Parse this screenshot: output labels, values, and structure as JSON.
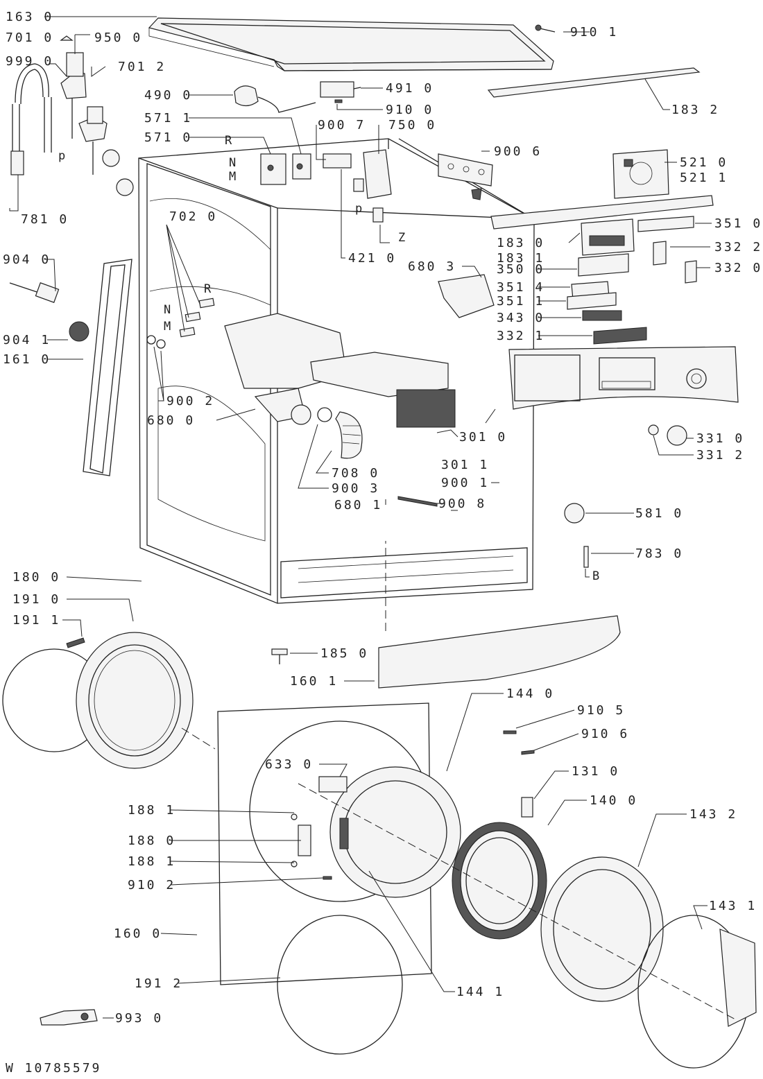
{
  "diagram": {
    "drawing_code": "W 10785579",
    "labels": [
      {
        "id": "163-0",
        "text": "163 0"
      },
      {
        "id": "701-0",
        "text": "701 0"
      },
      {
        "id": "950-0",
        "text": "950 0"
      },
      {
        "id": "999-0",
        "text": "999 0"
      },
      {
        "id": "701-2",
        "text": "701 2"
      },
      {
        "id": "910-1",
        "text": "910 1"
      },
      {
        "id": "490-0",
        "text": "490 0"
      },
      {
        "id": "491-0",
        "text": "491 0"
      },
      {
        "id": "910-0",
        "text": "910 0"
      },
      {
        "id": "183-2",
        "text": "183 2"
      },
      {
        "id": "571-1",
        "text": "571 1"
      },
      {
        "id": "571-0",
        "text": "571 0"
      },
      {
        "id": "900-7",
        "text": "900 7"
      },
      {
        "id": "750-0",
        "text": "750 0"
      },
      {
        "id": "900-6",
        "text": "900 6"
      },
      {
        "id": "521-0",
        "text": "521 0"
      },
      {
        "id": "521-1",
        "text": "521 1"
      },
      {
        "id": "781-0",
        "text": "781 0"
      },
      {
        "id": "702-0",
        "text": "702 0"
      },
      {
        "id": "421-0",
        "text": "421 0"
      },
      {
        "id": "183-0",
        "text": "183 0"
      },
      {
        "id": "183-1",
        "text": "183 1"
      },
      {
        "id": "351-0",
        "text": "351 0"
      },
      {
        "id": "332-2",
        "text": "332 2"
      },
      {
        "id": "904-0",
        "text": "904 0"
      },
      {
        "id": "680-3",
        "text": "680 3"
      },
      {
        "id": "350-0",
        "text": "350 0"
      },
      {
        "id": "332-0",
        "text": "332 0"
      },
      {
        "id": "351-4",
        "text": "351 4"
      },
      {
        "id": "351-1",
        "text": "351 1"
      },
      {
        "id": "343-0",
        "text": "343 0"
      },
      {
        "id": "332-1",
        "text": "332 1"
      },
      {
        "id": "904-1",
        "text": "904 1"
      },
      {
        "id": "161-0",
        "text": "161 0"
      },
      {
        "id": "900-2",
        "text": "900 2"
      },
      {
        "id": "680-0",
        "text": "680 0"
      },
      {
        "id": "301-0",
        "text": "301 0"
      },
      {
        "id": "331-0",
        "text": "331 0"
      },
      {
        "id": "331-2",
        "text": "331 2"
      },
      {
        "id": "708-0",
        "text": "708 0"
      },
      {
        "id": "301-1",
        "text": "301 1"
      },
      {
        "id": "900-3",
        "text": "900 3"
      },
      {
        "id": "900-1",
        "text": "900 1"
      },
      {
        "id": "680-1",
        "text": "680 1"
      },
      {
        "id": "900-8",
        "text": "900 8"
      },
      {
        "id": "581-0",
        "text": "581 0"
      },
      {
        "id": "783-0",
        "text": "783 0"
      },
      {
        "id": "180-0",
        "text": "180 0"
      },
      {
        "id": "191-0",
        "text": "191 0"
      },
      {
        "id": "191-1",
        "text": "191 1"
      },
      {
        "id": "185-0",
        "text": "185 0"
      },
      {
        "id": "160-1",
        "text": "160 1"
      },
      {
        "id": "144-0",
        "text": "144 0"
      },
      {
        "id": "910-5",
        "text": "910 5"
      },
      {
        "id": "910-6",
        "text": "910 6"
      },
      {
        "id": "633-0",
        "text": "633 0"
      },
      {
        "id": "131-0",
        "text": "131 0"
      },
      {
        "id": "140-0",
        "text": "140 0"
      },
      {
        "id": "188-1a",
        "text": "188 1"
      },
      {
        "id": "143-2",
        "text": "143 2"
      },
      {
        "id": "188-0",
        "text": "188 0"
      },
      {
        "id": "188-1b",
        "text": "188 1"
      },
      {
        "id": "910-2",
        "text": "910 2"
      },
      {
        "id": "143-1",
        "text": "143 1"
      },
      {
        "id": "160-0",
        "text": "160 0"
      },
      {
        "id": "191-2",
        "text": "191 2"
      },
      {
        "id": "144-1",
        "text": "144 1"
      },
      {
        "id": "993-0",
        "text": "993 0"
      }
    ],
    "markers": [
      {
        "id": "p1",
        "text": "p"
      },
      {
        "id": "R1",
        "text": "R"
      },
      {
        "id": "N1",
        "text": "N"
      },
      {
        "id": "M1",
        "text": "M"
      },
      {
        "id": "p2",
        "text": "p"
      },
      {
        "id": "Z1",
        "text": "Z"
      },
      {
        "id": "R2",
        "text": "R"
      },
      {
        "id": "N2",
        "text": "N"
      },
      {
        "id": "M2",
        "text": "M"
      },
      {
        "id": "B1",
        "text": "B"
      }
    ]
  }
}
